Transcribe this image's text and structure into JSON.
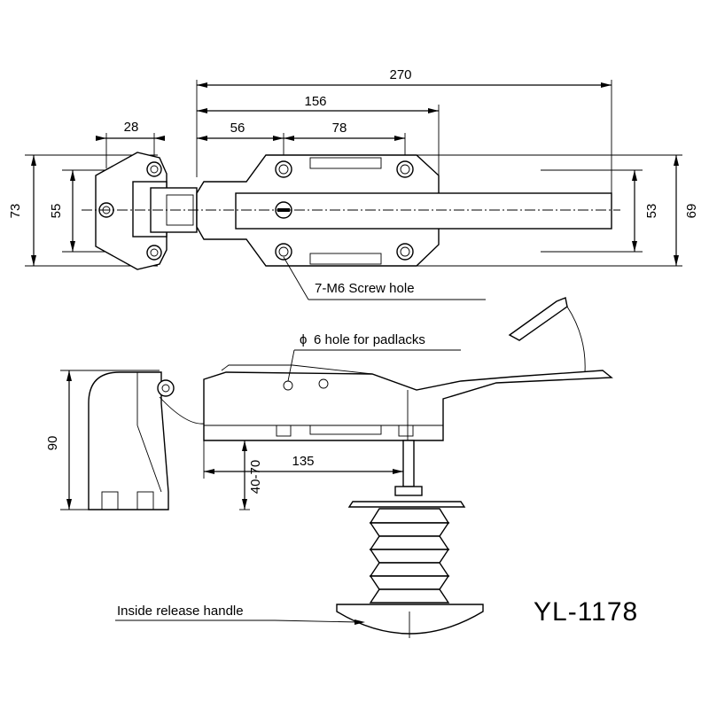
{
  "dimensions": {
    "overall_length": "270",
    "latch_length": "156",
    "hole_offset": "56",
    "hole_spacing": "78",
    "keeper_width": "28",
    "keeper_hole_spacing": "55",
    "keeper_height": "73",
    "latch_hole_spacing": "53",
    "latch_height": "69",
    "side_height": "90",
    "door_gap": "40-70",
    "release_offset": "135"
  },
  "labels": {
    "screw_hole": "7-M6 Screw hole",
    "padlock_hole_symbol": "ϕ",
    "padlock_hole": "6  hole for padlacks",
    "release_handle": "Inside release handle"
  },
  "model": "YL-1178"
}
